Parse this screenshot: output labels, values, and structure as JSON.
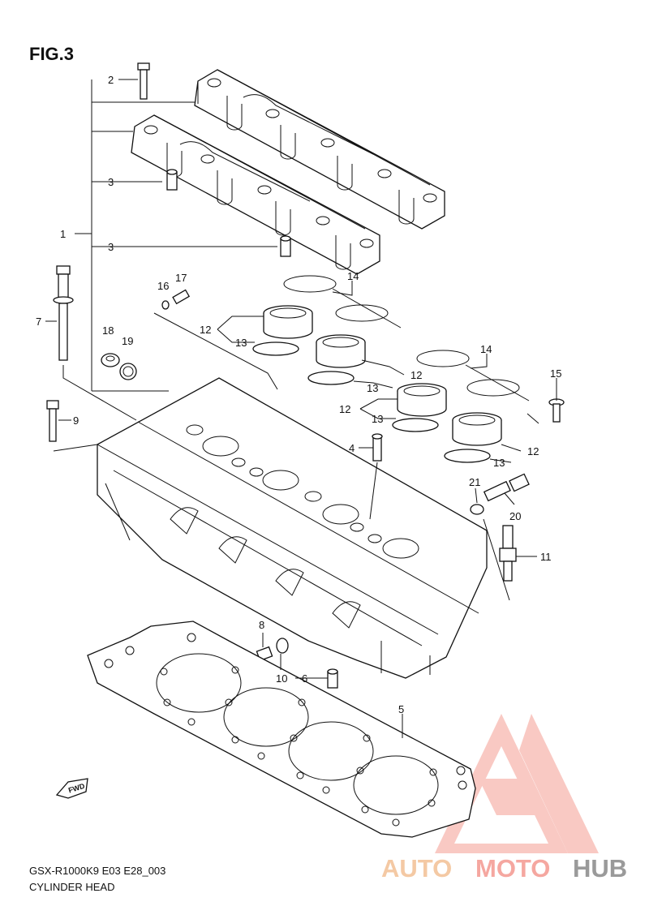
{
  "figure": {
    "title": "FIG.3",
    "model_code": "GSX-R1000K9 E03 E28_003",
    "caption": "CYLINDER HEAD",
    "fwd_label": "FWD"
  },
  "callouts": [
    "1",
    "2",
    "3",
    "3",
    "4",
    "5",
    "6",
    "7",
    "8",
    "9",
    "10",
    "11",
    "12",
    "12",
    "12",
    "12",
    "13",
    "13",
    "13",
    "13",
    "14",
    "14",
    "15",
    "16",
    "17",
    "18",
    "19",
    "20",
    "21"
  ],
  "watermark": {
    "text_a": "AUTO",
    "text_b": "MOTO",
    "text_c": "HUB",
    "color_a": "#f4c9a4",
    "color_b": "#f5a7a0",
    "color_c": "#9a9a9a"
  }
}
